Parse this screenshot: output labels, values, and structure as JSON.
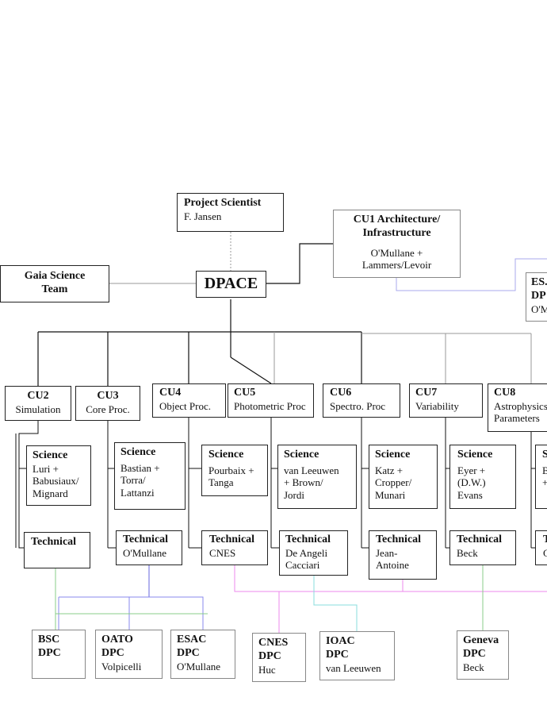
{
  "top": {
    "project_scientist": {
      "title": "Project Scientist",
      "name": "F.  Jansen"
    },
    "cu1": {
      "title_line1": "CU1 Architecture/",
      "title_line2": "Infrastructure",
      "lead_line1": "O'Mullane +",
      "lead_line2": "Lammers/Levoir"
    },
    "gaia_team": {
      "line1": "Gaia Science",
      "line2": "Team"
    },
    "dpace": "DPACE",
    "esac_dpc_partial": {
      "line1": "ES.",
      "line2": "DP",
      "line3": "O'M"
    }
  },
  "units": [
    {
      "title": "CU2",
      "subtitle": "Simulation"
    },
    {
      "title": "CU3",
      "subtitle": "Core Proc."
    },
    {
      "title": "CU4",
      "subtitle": "Object Proc."
    },
    {
      "title": "CU5",
      "subtitle": "Photometric Proc"
    },
    {
      "title": "CU6",
      "subtitle": "Spectro. Proc"
    },
    {
      "title": "CU7",
      "subtitle": "Variability"
    },
    {
      "title": "CU8",
      "subtitle": "Astrophysics",
      "subtitle2": "Parameters"
    }
  ],
  "science": [
    {
      "title": "Science",
      "lines": [
        "Luri +",
        "Babusiaux/",
        "Mignard"
      ]
    },
    {
      "title": "Science",
      "lines": [
        "Bastian +",
        "Torra/",
        "Lattanzi"
      ]
    },
    {
      "title": "Science",
      "lines": [
        "Pourbaix +",
        "Tanga"
      ]
    },
    {
      "title": "Science",
      "lines": [
        "van Leeuwen",
        "+ Brown/",
        "Jordi"
      ]
    },
    {
      "title": "Science",
      "lines": [
        "Katz +",
        "Cropper/",
        "Munari"
      ]
    },
    {
      "title": "Science",
      "lines": [
        "Eyer +",
        "(D.W.)",
        "Evans"
      ]
    },
    {
      "title": "S",
      "lines": [
        "B",
        "+"
      ]
    }
  ],
  "technical": [
    {
      "title": "Technical",
      "lines": []
    },
    {
      "title": "Technical",
      "lines": [
        "O'Mullane"
      ]
    },
    {
      "title": "Technical",
      "lines": [
        "CNES"
      ]
    },
    {
      "title": "Technical",
      "lines": [
        "De Angeli",
        "Cacciari"
      ]
    },
    {
      "title": "Technical",
      "lines": [
        "Jean-",
        "Antoine"
      ]
    },
    {
      "title": "Technical",
      "lines": [
        "Beck"
      ]
    },
    {
      "title": "T",
      "lines": [
        "C"
      ]
    }
  ],
  "dpcs": [
    {
      "line1": "BSC",
      "line2": "DPC",
      "person": ""
    },
    {
      "line1": "OATO",
      "line2": "DPC",
      "person": "Volpicelli"
    },
    {
      "line1": "ESAC",
      "line2": "DPC",
      "person": "O'Mullane"
    },
    {
      "line1": "CNES",
      "line2": "DPC",
      "person": "Huc"
    },
    {
      "line1": "IOAC",
      "line2": "DPC",
      "person": "van Leeuwen"
    },
    {
      "line1": "Geneva",
      "line2": "DPC",
      "person": "Beck"
    }
  ],
  "colors": {
    "structure": "#111111",
    "light": "#999999",
    "blue": "#8888ee",
    "green": "#88cc88",
    "cyan": "#88dddd",
    "magenta": "#ee88ee",
    "lavender": "#aaaaee"
  }
}
